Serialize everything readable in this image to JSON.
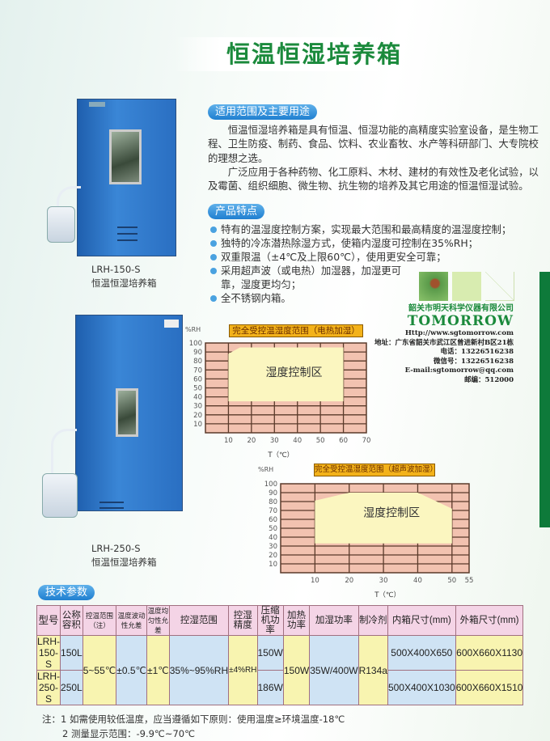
{
  "title": "恒温恒湿培养箱",
  "products": [
    {
      "model": "LRH-150-S",
      "name": "恒温恒湿培养箱"
    },
    {
      "model": "LRH-250-S",
      "name": "恒温恒湿培养箱"
    }
  ],
  "scope": {
    "heading": "适用范围及主要用途",
    "paragraphs": [
      "恒温恒湿培养箱是具有恒温、恒湿功能的高精度实验室设备，是生物工程、卫生防疫、制药、食品、饮料、农业畜牧、水产等科研部门、大专院校的理想之选。",
      "广泛应用于各种药物、化工原料、木材、建材的有效性及老化试验，以及霉菌、组织细胞、微生物、抗生物的培养及其它用途的恒温恒湿试验。"
    ]
  },
  "features": {
    "heading": "产品特点",
    "items": [
      "特有的温湿度控制方案，实现最大范围和最高精度的温湿度控制；",
      "独特的冷冻潜热除湿方式，使箱内湿度可控制在35%RH；",
      "双重限温（±4℃及上限60℃），使用更安全可靠；",
      "采用超声波（或电热）加湿器，加湿更可靠，湿度更均匀；",
      "全不锈钢内箱。"
    ]
  },
  "company": {
    "name": "韶关市明天科学仪器有限公司",
    "brand": "TOMORROW",
    "url": "Http://www.sgtomorrow.com",
    "address": "地址：广东省韶关市武江区曾进新村B区21栋",
    "phone": "电话：13226516238",
    "wechat": "微信号：13226516238",
    "email": "E-mail:sgtomorrow@qq.com",
    "postcode": "邮编：512000"
  },
  "colors": {
    "accent_green": "#1b8a3c",
    "pill_blue": "#1f7fd0",
    "chart_bg": "#f2c2b0",
    "chart_region": "#fbf6c0",
    "title_box": "#f3b21a"
  },
  "chart_data": [
    {
      "type": "area",
      "title": "完全受控温湿度范围（电热加湿）",
      "xlabel": "T（℃）",
      "ylabel": "%RH",
      "xlim": [
        0,
        70
      ],
      "ylim": [
        0,
        100
      ],
      "xticks": [
        10,
        20,
        30,
        40,
        50,
        60,
        70
      ],
      "yticks": [
        10,
        20,
        30,
        40,
        50,
        60,
        70,
        80,
        90,
        100
      ],
      "grid": true,
      "region_label": "湿度控制区",
      "region": [
        [
          10,
          88
        ],
        [
          15,
          95
        ],
        [
          60,
          95
        ],
        [
          60,
          35
        ],
        [
          10,
          35
        ]
      ]
    },
    {
      "type": "area",
      "title": "完全受控温湿度范围（超声波加湿）",
      "xlabel": "T（℃）",
      "ylabel": "%RH",
      "xlim": [
        0,
        55
      ],
      "ylim": [
        0,
        100
      ],
      "xticks": [
        10,
        20,
        30,
        40,
        50,
        55
      ],
      "yticks": [
        10,
        20,
        30,
        40,
        50,
        60,
        70,
        80,
        90,
        100
      ],
      "grid": true,
      "region_label": "湿度控制区",
      "region": [
        [
          10,
          81
        ],
        [
          20,
          90
        ],
        [
          40,
          90
        ],
        [
          50,
          72
        ],
        [
          50,
          33
        ],
        [
          10,
          33
        ]
      ]
    }
  ],
  "specs": {
    "heading": "技术参数",
    "headers": [
      "型号",
      "公称容积",
      "控温范围（注）",
      "温度波动性允差",
      "温度均匀性允差",
      "控湿范围",
      "控湿精度",
      "压缩机功率",
      "加热功率",
      "加湿功率",
      "制冷剂",
      "内箱尺寸(mm)",
      "外箱尺寸(mm)"
    ],
    "rows": [
      {
        "model": "LRH-150-S",
        "capacity": "150L",
        "compressor": "150W",
        "inner": "500X400X650",
        "outer": "600X660X1130"
      },
      {
        "model": "LRH-250-S",
        "capacity": "250L",
        "compressor": "186W",
        "inner": "500X400X1030",
        "outer": "600X660X1510"
      }
    ],
    "shared": {
      "temp_range": "5~55℃",
      "fluctuation": "±0.5℃",
      "uniformity": "±1℃",
      "humidity_range": "35%~95%RH",
      "humidity_precision": "±4%RH",
      "heating": "150W",
      "humidifying": "35W/400W",
      "refrigerant": "R134a"
    }
  },
  "notes": [
    "注：1 如需使用较低温度，应当遵循如下原则：使用温度≥环境温度-18℃",
    "2 测量显示范围：-9.9℃~70℃"
  ]
}
